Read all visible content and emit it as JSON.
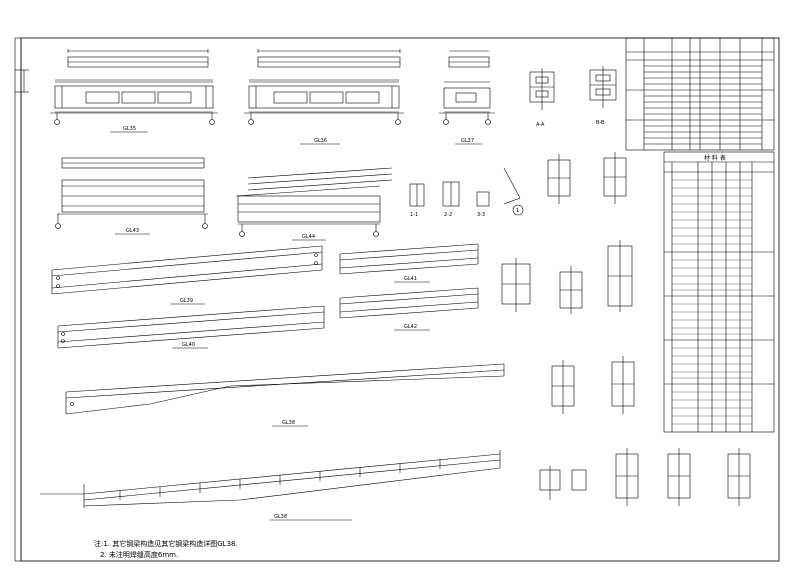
{
  "labels": {
    "gl35": "GL35",
    "gl36": "GL36",
    "gl37": "GL37",
    "gl43": "GL43",
    "gl44": "GL44",
    "gl39": "GL39",
    "gl41": "GL41",
    "gl40": "GL40",
    "gl42": "GL42",
    "gl38": "GL38",
    "gl38_caption": "GL38",
    "sec_a": "A-A",
    "sec_b": "B-B",
    "sec_1": "1-1",
    "sec_2": "2-2",
    "sec_3": "3-3",
    "circle_1": "1"
  },
  "notes": {
    "line1": "注:1. 其它钢梁构造见其它钢梁构造详图GL38.",
    "line2": "2. 未注明焊缝高度6mm."
  },
  "table": {
    "title": "材 料 表"
  }
}
